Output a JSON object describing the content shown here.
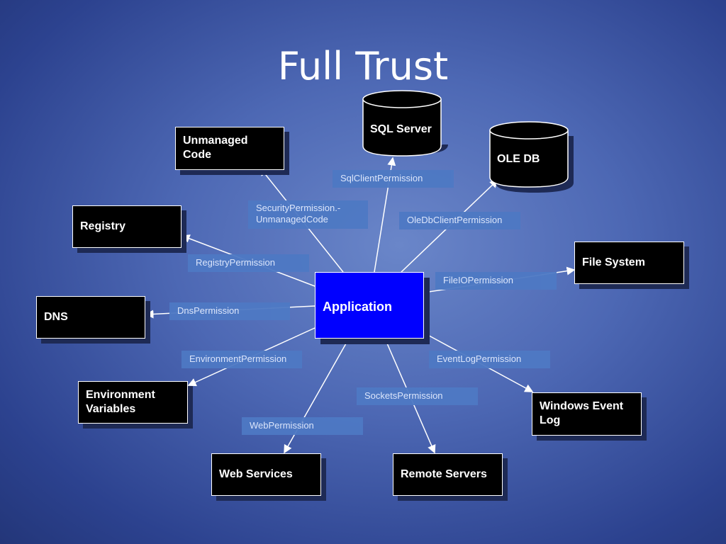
{
  "title": "Full Trust",
  "colors": {
    "background": "#4d68b4",
    "node_fill": "#000000",
    "center_fill": "#0000ff",
    "permission_fill": "#4e79c4",
    "connector": "#ffffff"
  },
  "center": {
    "label": "Application"
  },
  "nodes": {
    "sql_server": "SQL Server",
    "ole_db": "OLE DB",
    "unmanaged_code": "Unmanaged Code",
    "registry": "Registry",
    "file_system": "File System",
    "dns": "DNS",
    "environment_variables": "Environment Variables",
    "windows_event_log": "Windows Event Log",
    "web_services": "Web Services",
    "remote_servers": "Remote Servers"
  },
  "permissions": {
    "sql_client": "SqlClientPermission",
    "security_unmanaged": "SecurityPermission.-\nUnmanagedCode",
    "ole_db_client": "OleDbClientPermission",
    "registry": "RegistryPermission",
    "file_io": "FileIOPermission",
    "dns": "DnsPermission",
    "environment": "EnvironmentPermission",
    "event_log": "EventLogPermission",
    "sockets": "SocketsPermission",
    "web": "WebPermission"
  }
}
